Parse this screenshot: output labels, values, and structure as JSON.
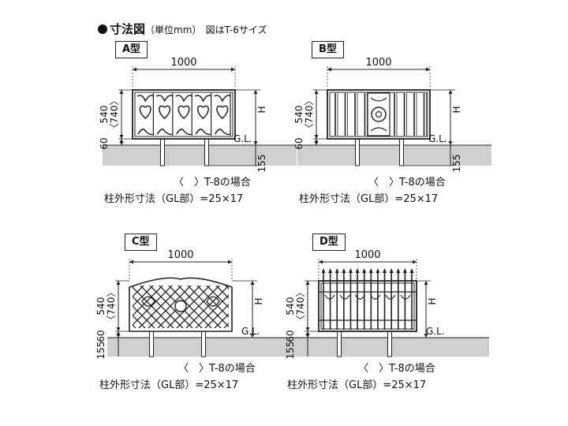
{
  "title": {
    "main": "寸法図",
    "unit": "（単位mm）",
    "note": "図はT-6サイズ"
  },
  "dimensions": {
    "width": "1000",
    "height_main": "540",
    "height_alt": "〈740〉",
    "base": "60",
    "post_depth": "155",
    "height_symbol": "H",
    "ground": "G.L."
  },
  "panels": [
    {
      "label": "A型",
      "style": "scroll"
    },
    {
      "label": "B型",
      "style": "bars"
    },
    {
      "label": "C型",
      "style": "lattice"
    },
    {
      "label": "D型",
      "style": "spear"
    }
  ],
  "notes": {
    "alt_case": "〈　〉T-8の場合",
    "post_size": "柱外形寸法（GL部）=25×17"
  },
  "colors": {
    "ground_fill": "#cfcfcf",
    "line": "#222222"
  }
}
